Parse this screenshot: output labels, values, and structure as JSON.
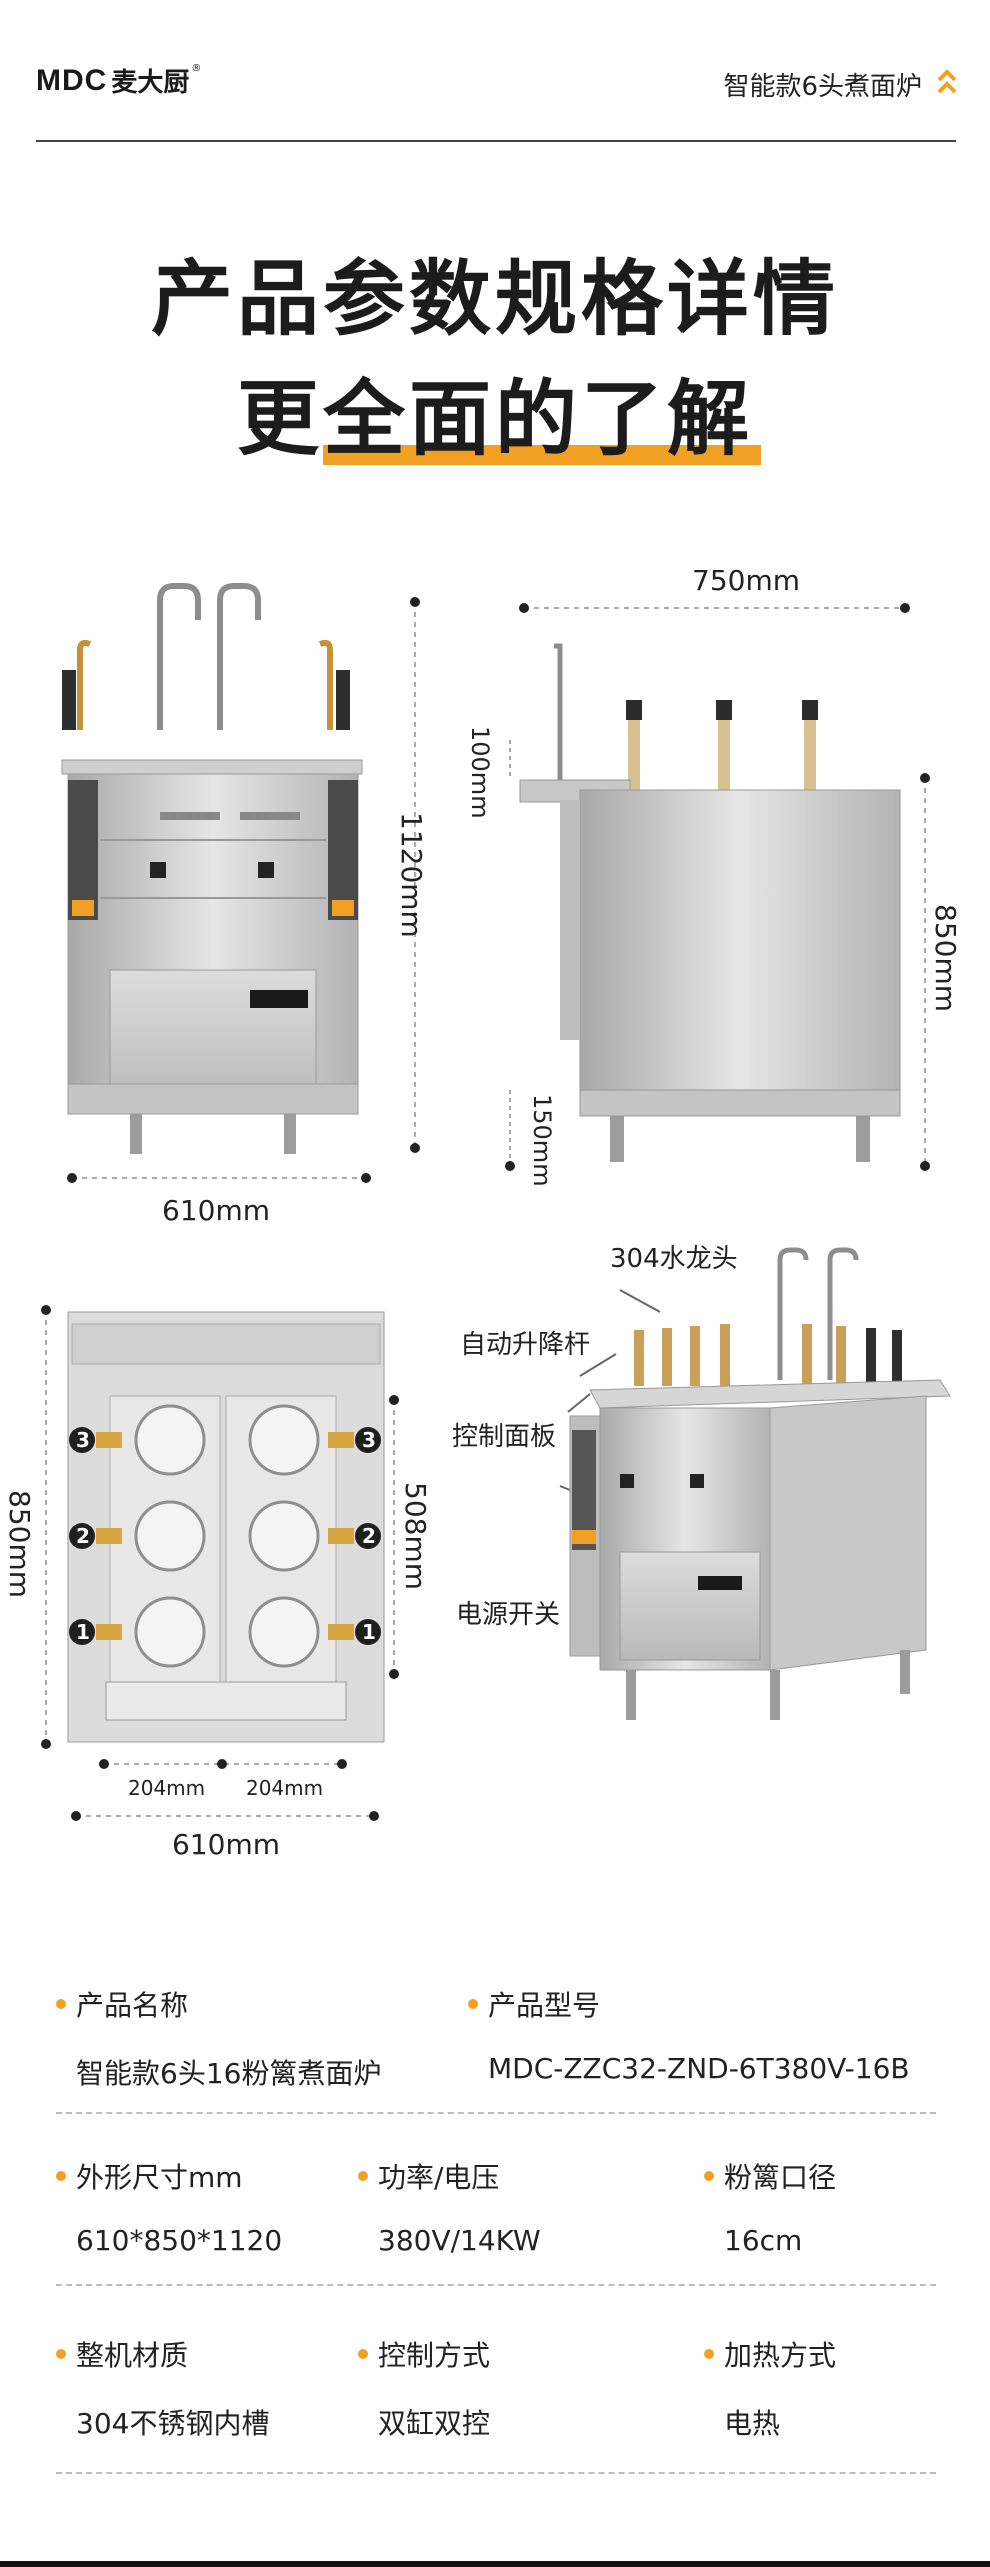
{
  "header": {
    "brand_mark": "MDC",
    "brand_cn": "麦大厨",
    "brand_reg": "®",
    "product_name": "智能款6头煮面炉",
    "accent_color": "#f2a024",
    "icon": "chevron-double-up-icon"
  },
  "hero": {
    "title_line1": "产品参数规格详情",
    "title_line2_prefix": "更",
    "title_line2_highlight": "全面的了解"
  },
  "dimensions": {
    "front_height": "1120mm",
    "front_width": "610mm",
    "side_width": "750mm",
    "side_top": "100mm",
    "side_height": "850mm",
    "side_leg": "150mm",
    "top_depth": "850mm",
    "top_inner_depth": "508mm",
    "top_basket_left": "204mm",
    "top_basket_right": "204mm",
    "top_width": "610mm",
    "basket_numbers": [
      "3",
      "2",
      "1"
    ]
  },
  "callouts": {
    "faucet": "304水龙头",
    "lift_rod": "自动升降杆",
    "control_panel": "控制面板",
    "power_switch": "电源开关"
  },
  "specs": {
    "rows": [
      [
        {
          "label": "产品名称",
          "value": "智能款6头16粉篱煮面炉"
        },
        {
          "label": "产品型号",
          "value": "MDC-ZZC32-ZND-6T380V-16B"
        }
      ],
      [
        {
          "label": "外形尺寸mm",
          "value": "610*850*1120"
        },
        {
          "label": "功率/电压",
          "value": "380V/14KW"
        },
        {
          "label": "粉篱口径",
          "value": "16cm"
        }
      ],
      [
        {
          "label": "整机材质",
          "value": "304不锈钢内槽"
        },
        {
          "label": "控制方式",
          "value": "双缸双控"
        },
        {
          "label": "加热方式",
          "value": "电热"
        }
      ]
    ]
  }
}
